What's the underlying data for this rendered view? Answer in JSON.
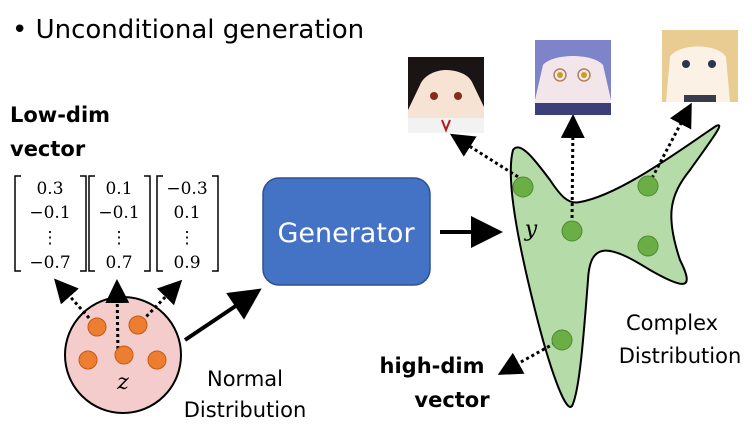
{
  "title": "• Unconditional generation",
  "low_dim_label": [
    "Low-dim",
    "vector"
  ],
  "vectors": [
    [
      "0.3",
      "−0.1",
      "⋮",
      "−0.7"
    ],
    [
      "0.1",
      "−0.1",
      "⋮",
      "0.7"
    ],
    [
      "−0.3",
      "0.1",
      "⋮",
      "0.9"
    ]
  ],
  "z_label": "z",
  "normal_label": [
    "Normal",
    "Distribution"
  ],
  "generator_label": "Generator",
  "y_label": "y",
  "complex_label": [
    "Complex",
    "Distribution"
  ],
  "high_dim_label": [
    "high-dim",
    "vector"
  ],
  "colors": {
    "generator": "#4472C4",
    "normal_fill": "#F4CCCC",
    "normal_dot": "#ED7D31",
    "complex_fill": "#B5DBA8",
    "complex_dot": "#6AAE45"
  }
}
